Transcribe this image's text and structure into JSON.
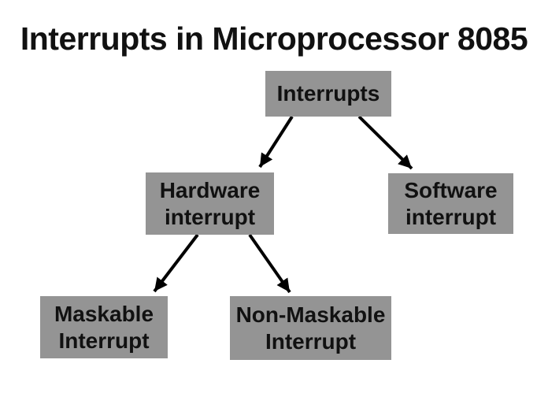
{
  "title": "Interrupts in Microprocessor 8085",
  "diagram": {
    "nodes": {
      "root": {
        "label": "Interrupts"
      },
      "hardware": {
        "label": "Hardware interrupt"
      },
      "software": {
        "label": "Software interrupt"
      },
      "maskable": {
        "label": "Maskable Interrupt"
      },
      "non_maskable": {
        "label": "Non-Maskable Interrupt"
      }
    },
    "edges": [
      {
        "from": "root",
        "to": "hardware"
      },
      {
        "from": "root",
        "to": "software"
      },
      {
        "from": "hardware",
        "to": "maskable"
      },
      {
        "from": "hardware",
        "to": "non_maskable"
      }
    ],
    "colors": {
      "background": "#ffffff",
      "node_fill": "#949494",
      "node_text": "#111111",
      "title_text": "#111111",
      "arrow": "#000000"
    }
  }
}
